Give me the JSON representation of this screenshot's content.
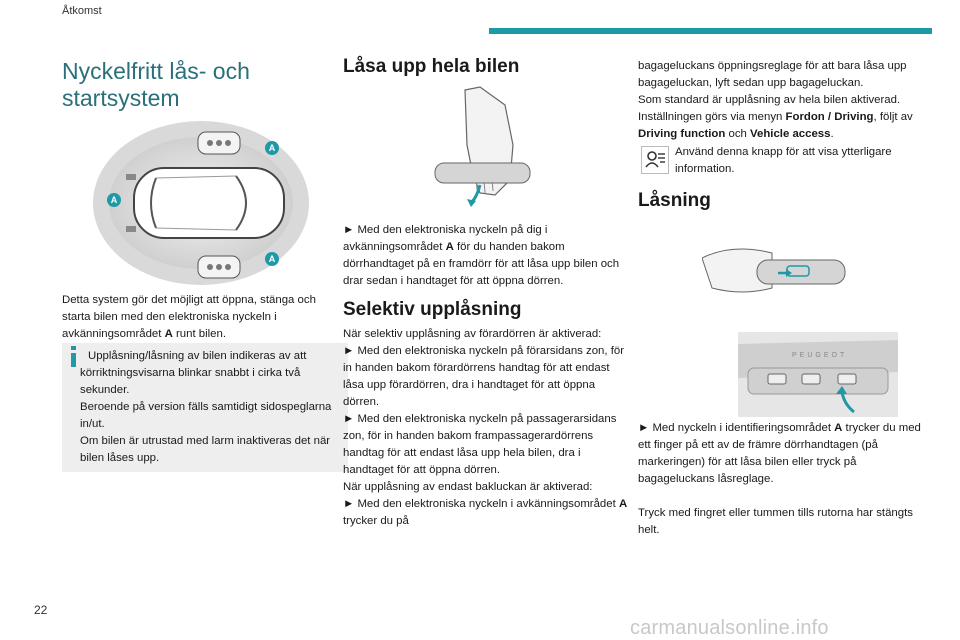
{
  "header": {
    "section": "Åtkomst"
  },
  "page_number": "22",
  "watermark": "carmanualsonline.info",
  "col1": {
    "title": "Nyckelfritt lås- och startsystem",
    "diagram_labels": [
      "A",
      "A",
      "A"
    ],
    "intro_1": "Detta system gör det möjligt att öppna, stänga och starta bilen med den elektroniska nyckeln i avkänningsområdet ",
    "intro_bold": "A",
    "intro_2": " runt bilen.",
    "note_lines": [
      "Upplåsning/låsning av bilen indikeras av att körriktningsvisarna blinkar snabbt i cirka två sekunder.",
      "Beroende på version fälls samtidigt sidospeglarna in/ut.",
      "Om bilen är utrustad med larm inaktiveras det när bilen låses upp."
    ]
  },
  "col2": {
    "h_unlock": "Låsa upp hela bilen",
    "unlock_1": "► Med den elektroniska nyckeln på dig i avkänningsområdet ",
    "unlock_bold": "A",
    "unlock_2": " för du handen bakom dörrhandtaget på en framdörr för att låsa upp bilen och drar sedan i handtaget för att öppna dörren.",
    "h_selective": "Selektiv upplåsning",
    "sel_1": "När selektiv upplåsning av förardörren är aktiverad:",
    "sel_2": "► Med den elektroniska nyckeln på förarsidans zon, för in handen bakom förardörrens handtag för att endast låsa upp förardörren, dra i handtaget för att öppna dörren.",
    "sel_3": "► Med den elektroniska nyckeln på passagerarsidans zon, för in handen bakom frampassagerardörrens handtag för att endast låsa upp hela bilen, dra i handtaget för att öppna dörren.",
    "sel_4": "När upplåsning av endast bakluckan är aktiverad:",
    "sel_5a": "► Med den elektroniska nyckeln i avkänningsområdet ",
    "sel_5b": "A",
    "sel_5c": " trycker du på"
  },
  "col3": {
    "cont_1": "bagageluckans öppningsreglage för att bara låsa upp bagageluckan, lyft sedan upp bagageluckan.",
    "cont_2": "Som standard är upplåsning av hela bilen aktiverad.",
    "cont_3a": "Inställningen görs via menyn ",
    "cont_3b": "Fordon / Driving",
    "cont_3c": ", följt av ",
    "cont_3d": "Driving function",
    "cont_3e": " och ",
    "cont_3f": "Vehicle access",
    "cont_3g": ".",
    "info_text": "Använd denna knapp för att visa ytterligare information.",
    "h_lock": "Låsning",
    "brand_text": "PEUGEOT",
    "lock_1a": "► Med nyckeln i identifieringsområdet ",
    "lock_1b": "A",
    "lock_1c": " trycker du med ett finger på ett av de främre dörrhandtagen (på markeringen) för att låsa bilen eller tryck på bagageluckans låsreglage.",
    "lock_2": "Tryck med fingret eller tummen tills rutorna har stängts helt."
  }
}
